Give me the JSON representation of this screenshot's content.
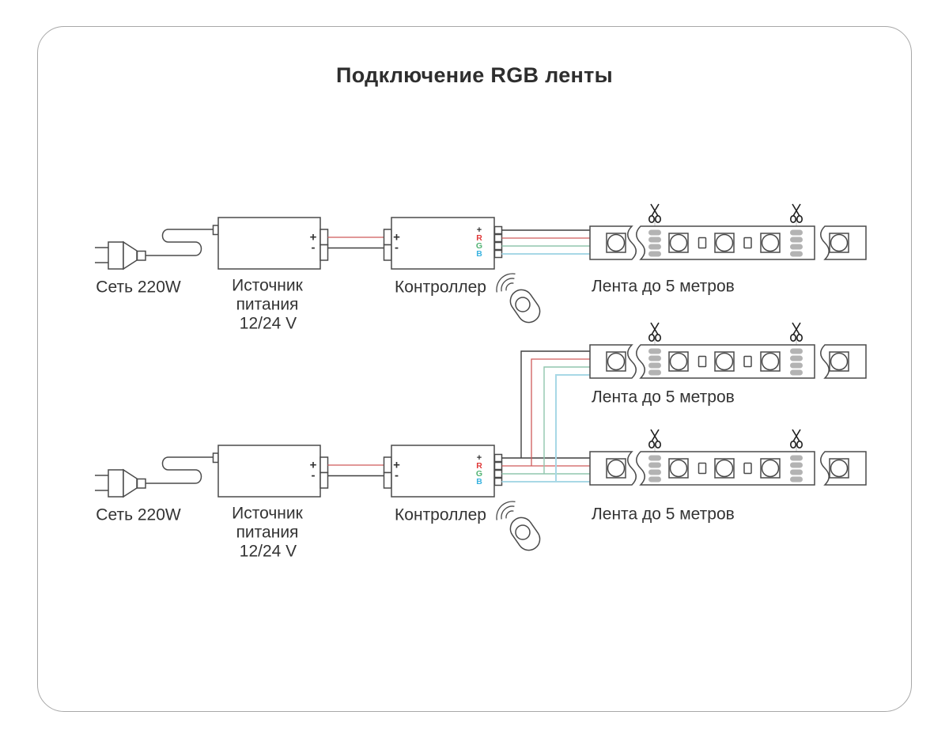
{
  "title": "Подключение RGB ленты",
  "terminals": {
    "plus": "+",
    "minus": "-",
    "r": "R",
    "g": "G",
    "b": "B"
  },
  "icons": {
    "scissors": "scissors-cut-mark",
    "plug": "ac-power-plug",
    "remote": "remote-control",
    "signal": "wireless-signal-waves"
  },
  "colors": {
    "wire_dark": "#3f3f3f",
    "wire_red": "#cf5b5b",
    "wire_green": "#90c6ae",
    "wire_blue": "#a8d8e6",
    "label_r": "#e03a3a",
    "label_g": "#52b373",
    "label_b": "#3bb3e0",
    "solder_pads": "#b3b3b3",
    "outline": "#4a4a4a",
    "frame_border": "#a8a8a8",
    "text": "#333333"
  },
  "diagrams": [
    {
      "mains_label": "Сеть 220W",
      "psu_label_line1": "Источник",
      "psu_label_line2": "питания",
      "psu_voltage": "12/24 V",
      "controller_label": "Контроллер",
      "strip_labels": [
        "Лента до 5 метров"
      ]
    },
    {
      "mains_label": "Сеть 220W",
      "psu_label_line1": "Источник",
      "psu_label_line2": "питания",
      "psu_voltage": "12/24 V",
      "controller_label": "Контроллер",
      "strip_labels": [
        "Лента до 5 метров",
        "Лента до 5 метров"
      ]
    }
  ]
}
